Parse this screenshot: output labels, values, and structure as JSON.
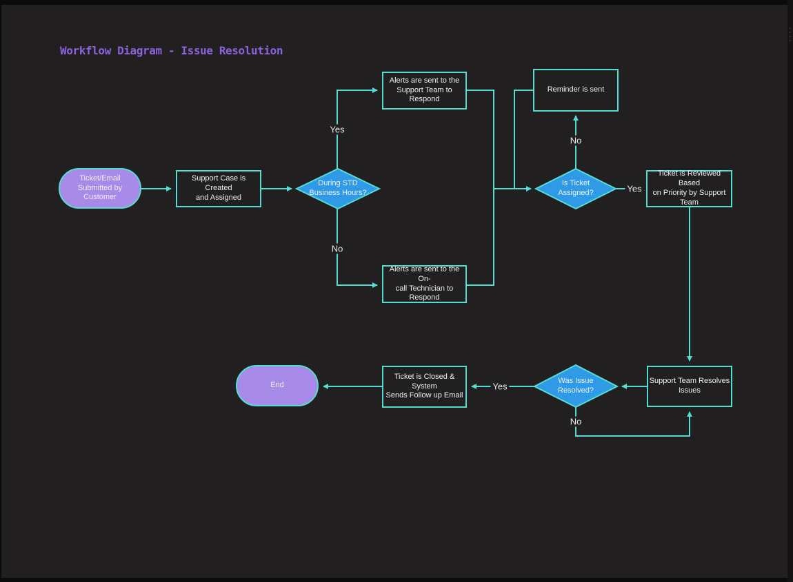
{
  "title": "Workflow Diagram - Issue Resolution",
  "colors": {
    "canvas_background": "#211f1f",
    "frame": "#0d0c0c",
    "connector_teal": "#55dcd3",
    "decision_blue": "#2f9be6",
    "terminator_purple": "#a88ae8",
    "title_purple": "#8c63dc",
    "node_text": "#f0f0f0"
  },
  "nodes": {
    "start": {
      "shape": "terminator",
      "label": "Ticket/Email\nSubmitted by\nCustomer"
    },
    "create_case": {
      "shape": "process",
      "label": "Support Case is Created\nand Assigned"
    },
    "during_hours": {
      "shape": "decision",
      "label": "During STD\nBusiness Hours?"
    },
    "alerts_support": {
      "shape": "process",
      "label": "Alerts are sent to the\nSupport Team to Respond"
    },
    "alerts_oncall": {
      "shape": "process",
      "label": "Alerts are sent to the On-\ncall Technician to Respond"
    },
    "reminder": {
      "shape": "process",
      "label": "Reminder is sent"
    },
    "is_assigned": {
      "shape": "decision",
      "label": "Is Ticket\nAssigned?"
    },
    "reviewed": {
      "shape": "process",
      "label": "Ticket is Reviewed Based\non Priority by Support\nTeam"
    },
    "resolves": {
      "shape": "process",
      "label": "Support Team Resolves\nIssues"
    },
    "was_resolved": {
      "shape": "decision",
      "label": "Was Issue\nResolved?"
    },
    "closed": {
      "shape": "process",
      "label": "Ticket is Closed & System\nSends Follow up Email"
    },
    "end": {
      "shape": "terminator",
      "label": "End"
    }
  },
  "edge_labels": {
    "during_hours_yes": "Yes",
    "during_hours_no": "No",
    "is_assigned_no": "No",
    "is_assigned_yes": "Yes",
    "was_resolved_yes": "Yes",
    "was_resolved_no": "No"
  },
  "edges": [
    {
      "from": "start",
      "to": "create_case",
      "label": ""
    },
    {
      "from": "create_case",
      "to": "during_hours",
      "label": ""
    },
    {
      "from": "during_hours",
      "to": "alerts_support",
      "label": "Yes"
    },
    {
      "from": "during_hours",
      "to": "alerts_oncall",
      "label": "No"
    },
    {
      "from": "alerts_support",
      "to": "is_assigned",
      "label": ""
    },
    {
      "from": "alerts_oncall",
      "to": "is_assigned",
      "label": ""
    },
    {
      "from": "is_assigned",
      "to": "reminder",
      "label": "No"
    },
    {
      "from": "reminder",
      "to": "is_assigned",
      "label": ""
    },
    {
      "from": "is_assigned",
      "to": "reviewed",
      "label": "Yes"
    },
    {
      "from": "reviewed",
      "to": "resolves",
      "label": ""
    },
    {
      "from": "resolves",
      "to": "was_resolved",
      "label": ""
    },
    {
      "from": "was_resolved",
      "to": "closed",
      "label": "Yes"
    },
    {
      "from": "was_resolved",
      "to": "resolves",
      "label": "No"
    },
    {
      "from": "closed",
      "to": "end",
      "label": ""
    }
  ]
}
